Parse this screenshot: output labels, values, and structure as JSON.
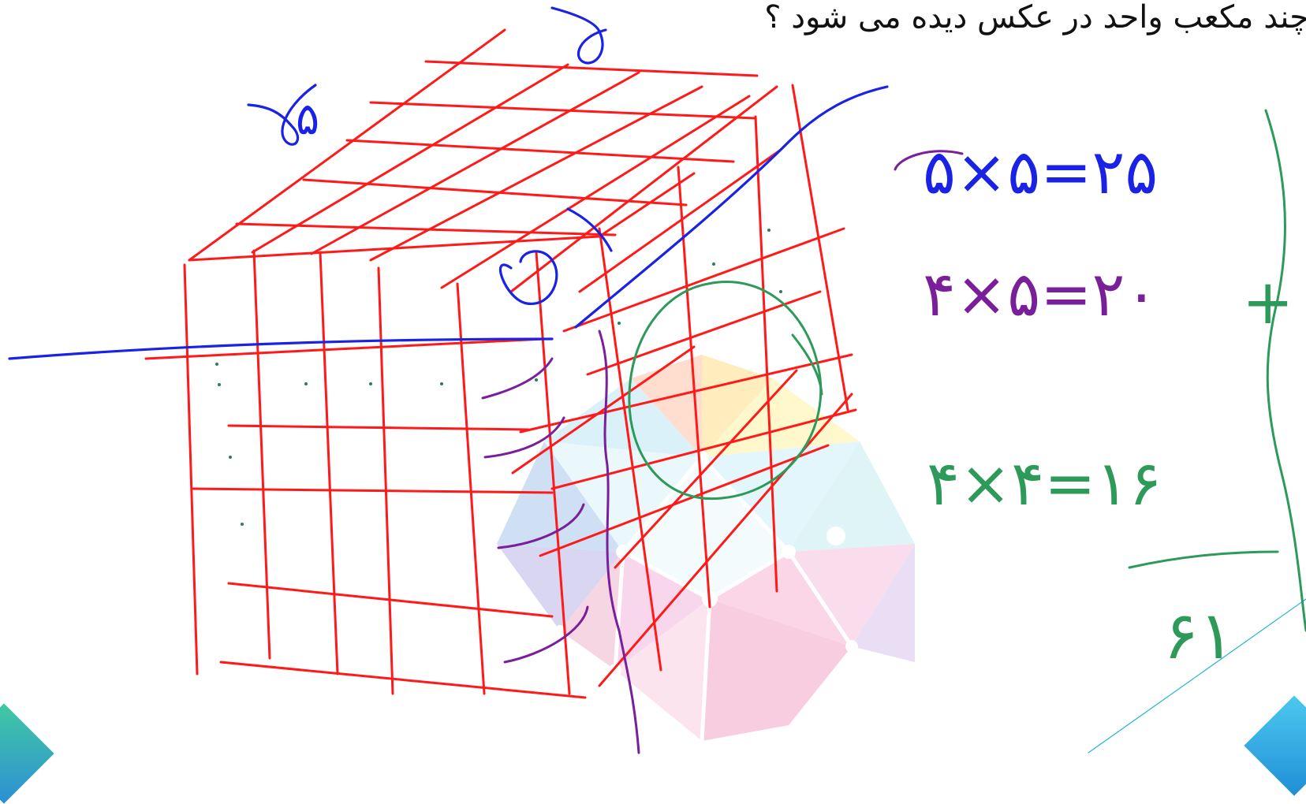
{
  "question": "چند مکعب واحد در عکس دیده می شود ؟",
  "ink_colors": {
    "grid": "#ff1a1a",
    "annotation_blue": "#1a22e6",
    "annotation_purple": "#7a1f9a",
    "annotation_green": "#2e9a5a"
  },
  "handwritten": {
    "top_count": "۵",
    "row1": "۵×۵=۲۵",
    "row2": "۴×۵=۲۰",
    "row3": "۴×۴=۱۶",
    "plus_sign": "+",
    "total": "۶۱"
  },
  "icons": [
    "watermark-logo-icon",
    "corner-decoration-icon"
  ]
}
